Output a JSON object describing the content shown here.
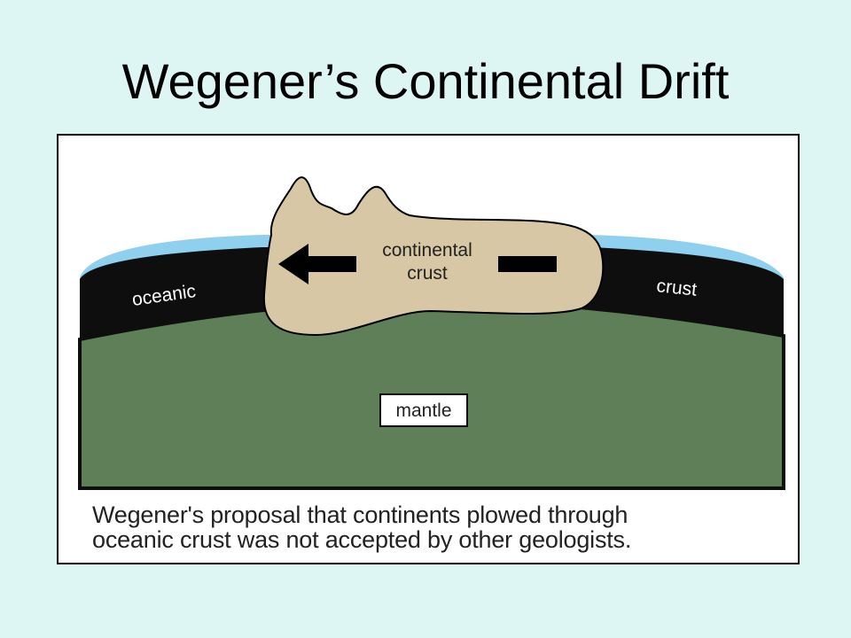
{
  "slide": {
    "title": "Wegener’s Continental Drift"
  },
  "diagram": {
    "labels": {
      "continental": "continental",
      "crust_line2": "crust",
      "oceanic": "oceanic",
      "crust_right": "crust",
      "mantle": "mantle"
    },
    "caption_line1": "Wegener's proposal that continents plowed through",
    "caption_line2": "oceanic crust was not accepted by other geologists.",
    "colors": {
      "ocean": "#8ed0ee",
      "oceanic_crust": "#0e0e0e",
      "mantle": "#5e7f57",
      "continent": "#d8c7a4",
      "arrow": "#000000",
      "background": "#ddf5f3"
    }
  }
}
